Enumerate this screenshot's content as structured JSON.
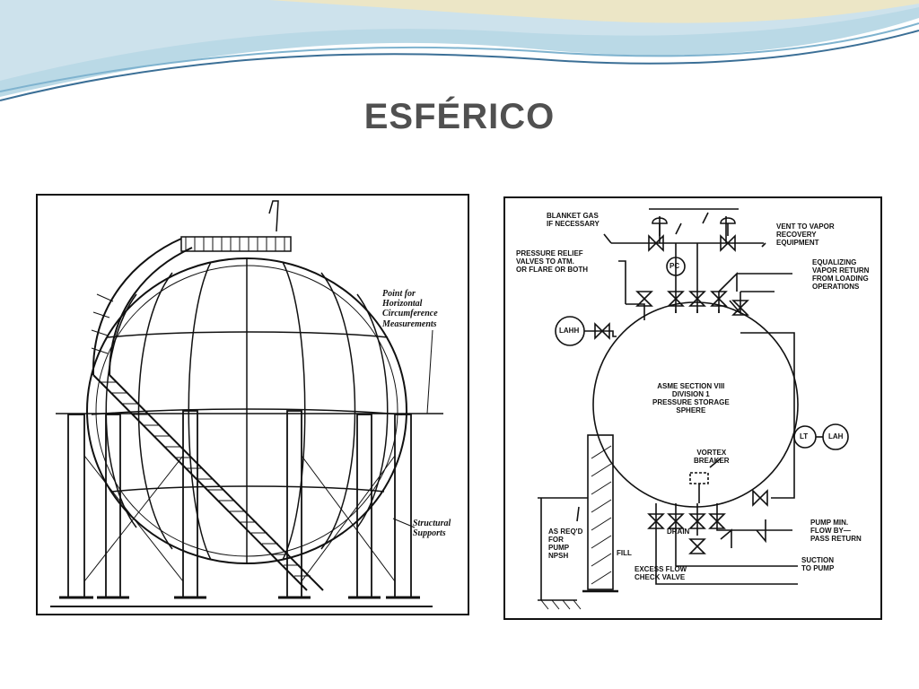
{
  "slide": {
    "title": "ESFÉRICO",
    "accent_colors": [
      "#7fb3cf",
      "#a9cfe0",
      "#e9e3c0",
      "#3b6f96"
    ]
  },
  "sphere_drawing": {
    "labels": {
      "point": "Point for\nHorizontal\nCircumference\nMeasurements",
      "supports": "Structural\nSupports"
    }
  },
  "schematic": {
    "labels": {
      "blanket_gas": "BLANKET GAS\nIF NECESSARY",
      "vent": "VENT TO VAPOR\nRECOVERY\nEQUIPMENT",
      "relief": "PRESSURE RELIEF\nVALVES TO ATM.\nOR FLARE OR BOTH",
      "equalizing": "EQUALIZING\nVAPOR RETURN\nFROM LOADING\nOPERATIONS",
      "vessel": "ASME SECTION VIII\nDIVISION 1\nPRESSURE STORAGE\nSPHERE",
      "vortex": "VORTEX\nBREAKER",
      "drain": "DRAIN",
      "fill": "FILL",
      "as_reqd": "AS REQ'D\nFOR\nPUMP\nNPSH",
      "excess_flow": "EXCESS FLOW\nCHECK VALVE",
      "pump_min": "PUMP MIN.\nFLOW BY—\nPASS RETURN",
      "suction": "SUCTION\nTO PUMP"
    },
    "instruments": {
      "pc": "PC",
      "lahh": "LAHH",
      "lt": "LT",
      "lah": "LAH"
    }
  }
}
